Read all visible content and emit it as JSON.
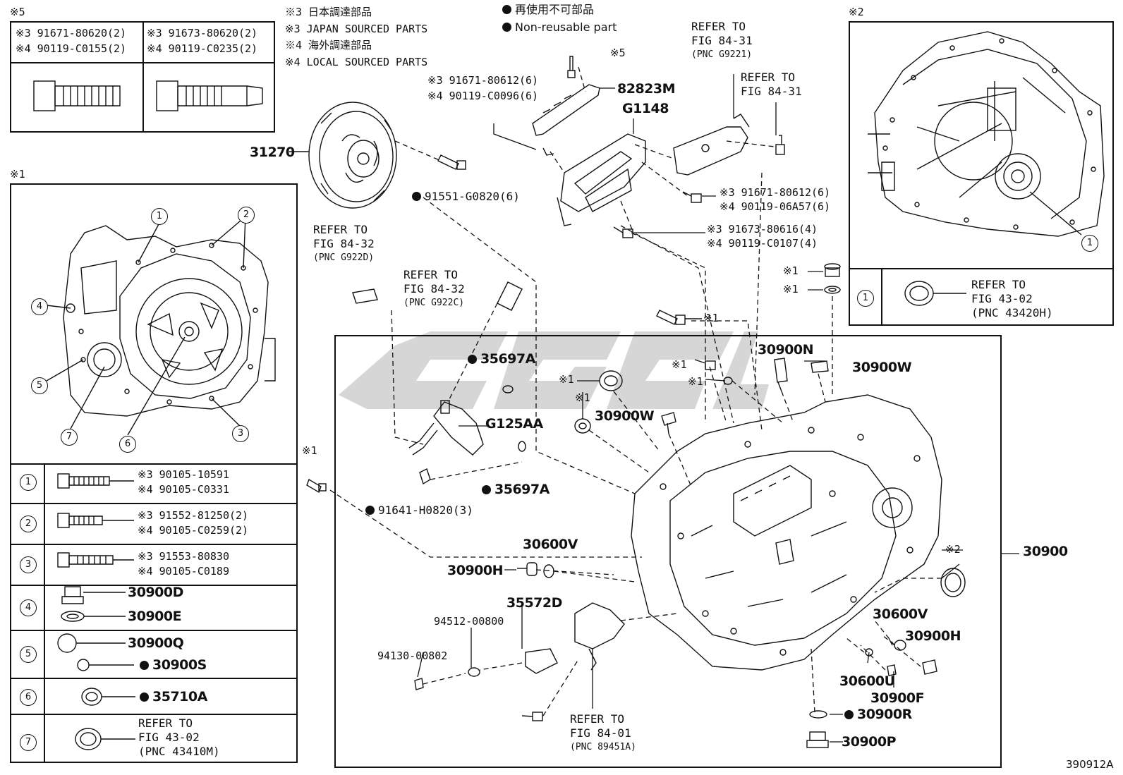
{
  "legend": {
    "japan_jp": "※3 日本調達部品",
    "japan_en": "※3 JAPAN SOURCED PARTS",
    "local_jp": "※4 海外調達部品",
    "local_en": "※4 LOCAL SOURCED PARTS",
    "nonreuse_jp": "再使用不可部品",
    "nonreuse_en": "Non-reusable part"
  },
  "box5": {
    "mark": "※5",
    "left": [
      "※3 91671-80620(2)",
      "※4 90119-C0155(2)"
    ],
    "right": [
      "※3 91673-80620(2)",
      "※4 90119-C0235(2)"
    ]
  },
  "box1": {
    "mark": "※1",
    "rows": [
      {
        "num": "1",
        "lines": [
          "※3 90105-10591",
          "※4 90105-C0331"
        ]
      },
      {
        "num": "2",
        "lines": [
          "※3 91552-81250(2)",
          "※4 90105-C0259(2)"
        ]
      },
      {
        "num": "3",
        "lines": [
          "※3 91553-80830",
          "※4 90105-C0189"
        ]
      },
      {
        "num": "4",
        "lines": [
          "30900D",
          "30900E"
        ]
      },
      {
        "num": "5",
        "lines": [
          "30900Q",
          "30900S"
        ]
      },
      {
        "num": "6",
        "lines": [
          "35710A"
        ]
      },
      {
        "num": "7",
        "lines": [
          "REFER TO",
          "FIG 43-02",
          "(PNC 43410M)"
        ]
      }
    ],
    "callouts": [
      "1",
      "2",
      "3",
      "4",
      "5",
      "6",
      "7"
    ]
  },
  "box2": {
    "mark": "※2",
    "callout": "1",
    "row_num": "1",
    "ref": [
      "REFER TO",
      "FIG 43-02",
      "(PNC 43420H)"
    ]
  },
  "labels": {
    "p31270": "31270",
    "p91551": "91551-G0820(6)",
    "ref_8432a": [
      "REFER TO",
      "FIG 84-32",
      "(PNC G922D)"
    ],
    "ref_8432b": [
      "REFER TO",
      "FIG 84-32",
      "(PNC G922C)"
    ],
    "x5": "※5",
    "p82823m": "82823M",
    "g1148": "G1148",
    "bolt80612": [
      "※3 91671-80612(6)",
      "※4 90119-C0096(6)"
    ],
    "ref_8431a": [
      "REFER TO",
      "FIG 84-31",
      "(PNC G9221)"
    ],
    "ref_8431b": [
      "REFER TO",
      "FIG 84-31"
    ],
    "bolt06a57": [
      "※3 91671-80612(6)",
      "※4 90119-06A57(6)"
    ],
    "bolt80616": [
      "※3 91673-80616(4)",
      "※4 90119-C0107(4)"
    ],
    "x1_plug1": "※1",
    "x1_plug2": "※1",
    "x1_bolt": "※1",
    "p35697a_1": "35697A",
    "g125aa": "G125AA",
    "p35697a_2": "35697A",
    "p91641": "91641-H0820(3)",
    "x1_left": "※1",
    "p30900n": "30900N",
    "p30900w_1": "30900W",
    "x1_a": "※1",
    "x1_b": "※1",
    "x1_c": "※1",
    "x1_d": "※1",
    "p30900w_2": "30900W",
    "p30600v_1": "30600V",
    "p30900h_1": "30900H",
    "p35572d": "35572D",
    "p94512": "94512-00800",
    "p94130": "94130-00802",
    "ref_8401": [
      "REFER TO",
      "FIG 84-01",
      "(PNC 89451A)"
    ],
    "p30900": "30900",
    "x2": "※2",
    "p30600v_2": "30600V",
    "p30900h_2": "30900H",
    "p30600u": "30600U",
    "p30900f": "30900F",
    "p30900r": "30900R",
    "p30900p": "30900P",
    "figure_id": "390912A"
  }
}
